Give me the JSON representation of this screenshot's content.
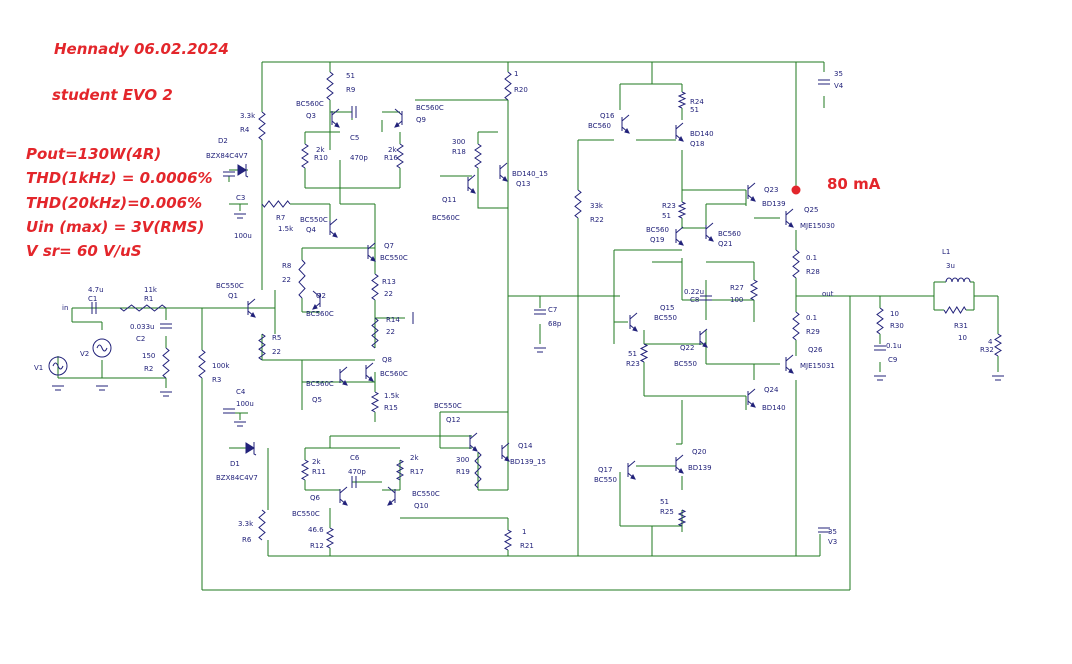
{
  "author_date": "Hennady 06.02.2024",
  "project": "student  EVO 2",
  "specs": [
    "Pout=130W(4R)",
    "THD(1kHz) = 0.0006%",
    "THD(20kHz)=0.006%",
    "Uin (max) = 3V(RMS)",
    "V sr= 60 V/uS"
  ],
  "bias_note": "80 mA",
  "colors": {
    "wire": "#1f7a1f",
    "part": "#22227a",
    "text": "#22227a",
    "note": "#e3262b"
  },
  "labels": [
    {
      "id": "in",
      "t": "in"
    },
    {
      "id": "out",
      "t": "out"
    },
    {
      "id": "c1v",
      "t": "4.7u"
    },
    {
      "id": "c1",
      "t": "C1"
    },
    {
      "id": "r1v",
      "t": "11k"
    },
    {
      "id": "r1",
      "t": "R1"
    },
    {
      "id": "c2v",
      "t": "0.033u"
    },
    {
      "id": "c2",
      "t": "C2"
    },
    {
      "id": "r2v",
      "t": "150"
    },
    {
      "id": "r2",
      "t": "R2"
    },
    {
      "id": "v1",
      "t": "V1"
    },
    {
      "id": "v2",
      "t": "V2"
    },
    {
      "id": "r3v",
      "t": "100k"
    },
    {
      "id": "r3",
      "t": "R3"
    },
    {
      "id": "q1a",
      "t": "BC550C"
    },
    {
      "id": "q1",
      "t": "Q1"
    },
    {
      "id": "r4v",
      "t": "3.3k"
    },
    {
      "id": "r4",
      "t": "R4"
    },
    {
      "id": "d2",
      "t": "D2"
    },
    {
      "id": "d2v",
      "t": "BZX84C4V7"
    },
    {
      "id": "c3",
      "t": "C3"
    },
    {
      "id": "c3v",
      "t": "100u"
    },
    {
      "id": "r7",
      "t": "R7"
    },
    {
      "id": "r7v",
      "t": "1.5k"
    },
    {
      "id": "q4a",
      "t": "BC550C"
    },
    {
      "id": "q4",
      "t": "Q4"
    },
    {
      "id": "q2",
      "t": "Q2"
    },
    {
      "id": "q2a",
      "t": "BC560C"
    },
    {
      "id": "r8",
      "t": "R8"
    },
    {
      "id": "r8v",
      "t": "22"
    },
    {
      "id": "r5",
      "t": "R5"
    },
    {
      "id": "r5v",
      "t": "22"
    },
    {
      "id": "q7",
      "t": "Q7"
    },
    {
      "id": "q7a",
      "t": "BC550C"
    },
    {
      "id": "r13",
      "t": "R13"
    },
    {
      "id": "r13v",
      "t": "22"
    },
    {
      "id": "r14",
      "t": "R14"
    },
    {
      "id": "r14v",
      "t": "22"
    },
    {
      "id": "q8",
      "t": "Q8"
    },
    {
      "id": "q8a",
      "t": "BC560C"
    },
    {
      "id": "q5a",
      "t": "BC560C"
    },
    {
      "id": "q5",
      "t": "Q5"
    },
    {
      "id": "r15v",
      "t": "1.5k"
    },
    {
      "id": "r15",
      "t": "R15"
    },
    {
      "id": "c4",
      "t": "C4"
    },
    {
      "id": "c4v",
      "t": "100u"
    },
    {
      "id": "d1",
      "t": "D1"
    },
    {
      "id": "d1v",
      "t": "BZX84C4V7"
    },
    {
      "id": "r6v",
      "t": "3.3k"
    },
    {
      "id": "r6",
      "t": "R6"
    },
    {
      "id": "r9v",
      "t": "51"
    },
    {
      "id": "r9",
      "t": "R9"
    },
    {
      "id": "q3a",
      "t": "BC560C"
    },
    {
      "id": "q3",
      "t": "Q3"
    },
    {
      "id": "c5",
      "t": "C5"
    },
    {
      "id": "c5v",
      "t": "470p"
    },
    {
      "id": "q9a",
      "t": "BC560C"
    },
    {
      "id": "q9",
      "t": "Q9"
    },
    {
      "id": "r10v",
      "t": "2k"
    },
    {
      "id": "r10",
      "t": "R10"
    },
    {
      "id": "r16v",
      "t": "2k"
    },
    {
      "id": "r16",
      "t": "R16"
    },
    {
      "id": "r20v",
      "t": "1"
    },
    {
      "id": "r20",
      "t": "R20"
    },
    {
      "id": "r18v",
      "t": "300"
    },
    {
      "id": "r18",
      "t": "R18"
    },
    {
      "id": "q13a",
      "t": "BD140_15"
    },
    {
      "id": "q13",
      "t": "Q13"
    },
    {
      "id": "q11",
      "t": "Q11"
    },
    {
      "id": "q11a",
      "t": "BC560C"
    },
    {
      "id": "c7",
      "t": "C7"
    },
    {
      "id": "c7v",
      "t": "68p"
    },
    {
      "id": "q12a",
      "t": "BC550C"
    },
    {
      "id": "q12",
      "t": "Q12"
    },
    {
      "id": "q14",
      "t": "Q14"
    },
    {
      "id": "q14a",
      "t": "BD139_15"
    },
    {
      "id": "r19v",
      "t": "300"
    },
    {
      "id": "r19",
      "t": "R19"
    },
    {
      "id": "r11v",
      "t": "2k"
    },
    {
      "id": "r11",
      "t": "R11"
    },
    {
      "id": "c6",
      "t": "C6"
    },
    {
      "id": "c6v",
      "t": "470p"
    },
    {
      "id": "r17v",
      "t": "2k"
    },
    {
      "id": "r17",
      "t": "R17"
    },
    {
      "id": "q6",
      "t": "Q6"
    },
    {
      "id": "q6a",
      "t": "BC550C"
    },
    {
      "id": "q10a",
      "t": "BC550C"
    },
    {
      "id": "q10",
      "t": "Q10"
    },
    {
      "id": "r12v",
      "t": "46.6"
    },
    {
      "id": "r12",
      "t": "R12"
    },
    {
      "id": "r21v",
      "t": "1"
    },
    {
      "id": "r21",
      "t": "R21"
    },
    {
      "id": "r22v",
      "t": "33k"
    },
    {
      "id": "r22",
      "t": "R22"
    },
    {
      "id": "q16",
      "t": "Q16"
    },
    {
      "id": "q16a",
      "t": "BC560"
    },
    {
      "id": "r24",
      "t": "R24"
    },
    {
      "id": "r24v",
      "t": "51"
    },
    {
      "id": "q18a",
      "t": "BD140"
    },
    {
      "id": "q18",
      "t": "Q18"
    },
    {
      "id": "r23",
      "t": "R23"
    },
    {
      "id": "r23v",
      "t": "51"
    },
    {
      "id": "q19a",
      "t": "BC560"
    },
    {
      "id": "q19",
      "t": "Q19"
    },
    {
      "id": "q21a",
      "t": "BC560"
    },
    {
      "id": "q21",
      "t": "Q21"
    },
    {
      "id": "c8v",
      "t": "0.22u"
    },
    {
      "id": "c8",
      "t": "C8"
    },
    {
      "id": "r27",
      "t": "R27"
    },
    {
      "id": "r27v",
      "t": "100"
    },
    {
      "id": "q15",
      "t": "Q15"
    },
    {
      "id": "q15a",
      "t": "BC550"
    },
    {
      "id": "r23bv",
      "t": "51"
    },
    {
      "id": "r23b",
      "t": "R23"
    },
    {
      "id": "q22",
      "t": "Q22"
    },
    {
      "id": "q22a",
      "t": "BC550"
    },
    {
      "id": "q23",
      "t": "Q23"
    },
    {
      "id": "q23a",
      "t": "BD139"
    },
    {
      "id": "q25",
      "t": "Q25"
    },
    {
      "id": "q25a",
      "t": "MJE15030"
    },
    {
      "id": "r28v",
      "t": "0.1"
    },
    {
      "id": "r28",
      "t": "R28"
    },
    {
      "id": "r29v",
      "t": "0.1"
    },
    {
      "id": "r29",
      "t": "R29"
    },
    {
      "id": "q26",
      "t": "Q26"
    },
    {
      "id": "q26a",
      "t": "MJE15031"
    },
    {
      "id": "q24",
      "t": "Q24"
    },
    {
      "id": "q24a",
      "t": "BD140"
    },
    {
      "id": "q20",
      "t": "Q20"
    },
    {
      "id": "q20a",
      "t": "BD139"
    },
    {
      "id": "q17",
      "t": "Q17"
    },
    {
      "id": "q17a",
      "t": "BC550"
    },
    {
      "id": "r25v",
      "t": "51"
    },
    {
      "id": "r25",
      "t": "R25"
    },
    {
      "id": "v4v",
      "t": "35"
    },
    {
      "id": "v4",
      "t": "V4"
    },
    {
      "id": "v3v",
      "t": "35"
    },
    {
      "id": "v3",
      "t": "V3"
    },
    {
      "id": "r30v",
      "t": "10"
    },
    {
      "id": "r30",
      "t": "R30"
    },
    {
      "id": "c9v",
      "t": "0.1u"
    },
    {
      "id": "c9",
      "t": "C9"
    },
    {
      "id": "l1",
      "t": "L1"
    },
    {
      "id": "l1v",
      "t": "3u"
    },
    {
      "id": "r31",
      "t": "R31"
    },
    {
      "id": "r31v",
      "t": "10"
    },
    {
      "id": "r32v",
      "t": "4"
    },
    {
      "id": "r32",
      "t": "R32"
    }
  ]
}
